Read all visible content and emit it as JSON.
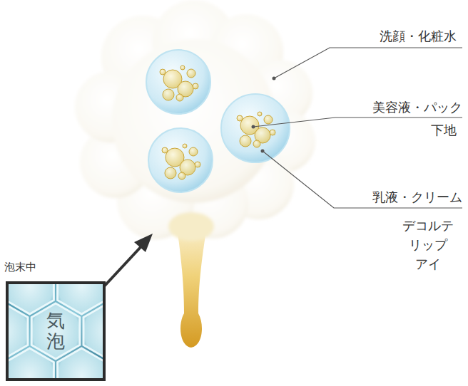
{
  "diagram": {
    "nodes": [
      {
        "text": [
          "泡末中",
          "気泡"
        ]
      }
    ],
    "labels": [
      "洗顔・化粧水",
      "美容液・パック",
      "下地",
      "乳液・クリーム",
      "デコルテ",
      "リップ",
      "アイ"
    ]
  }
}
